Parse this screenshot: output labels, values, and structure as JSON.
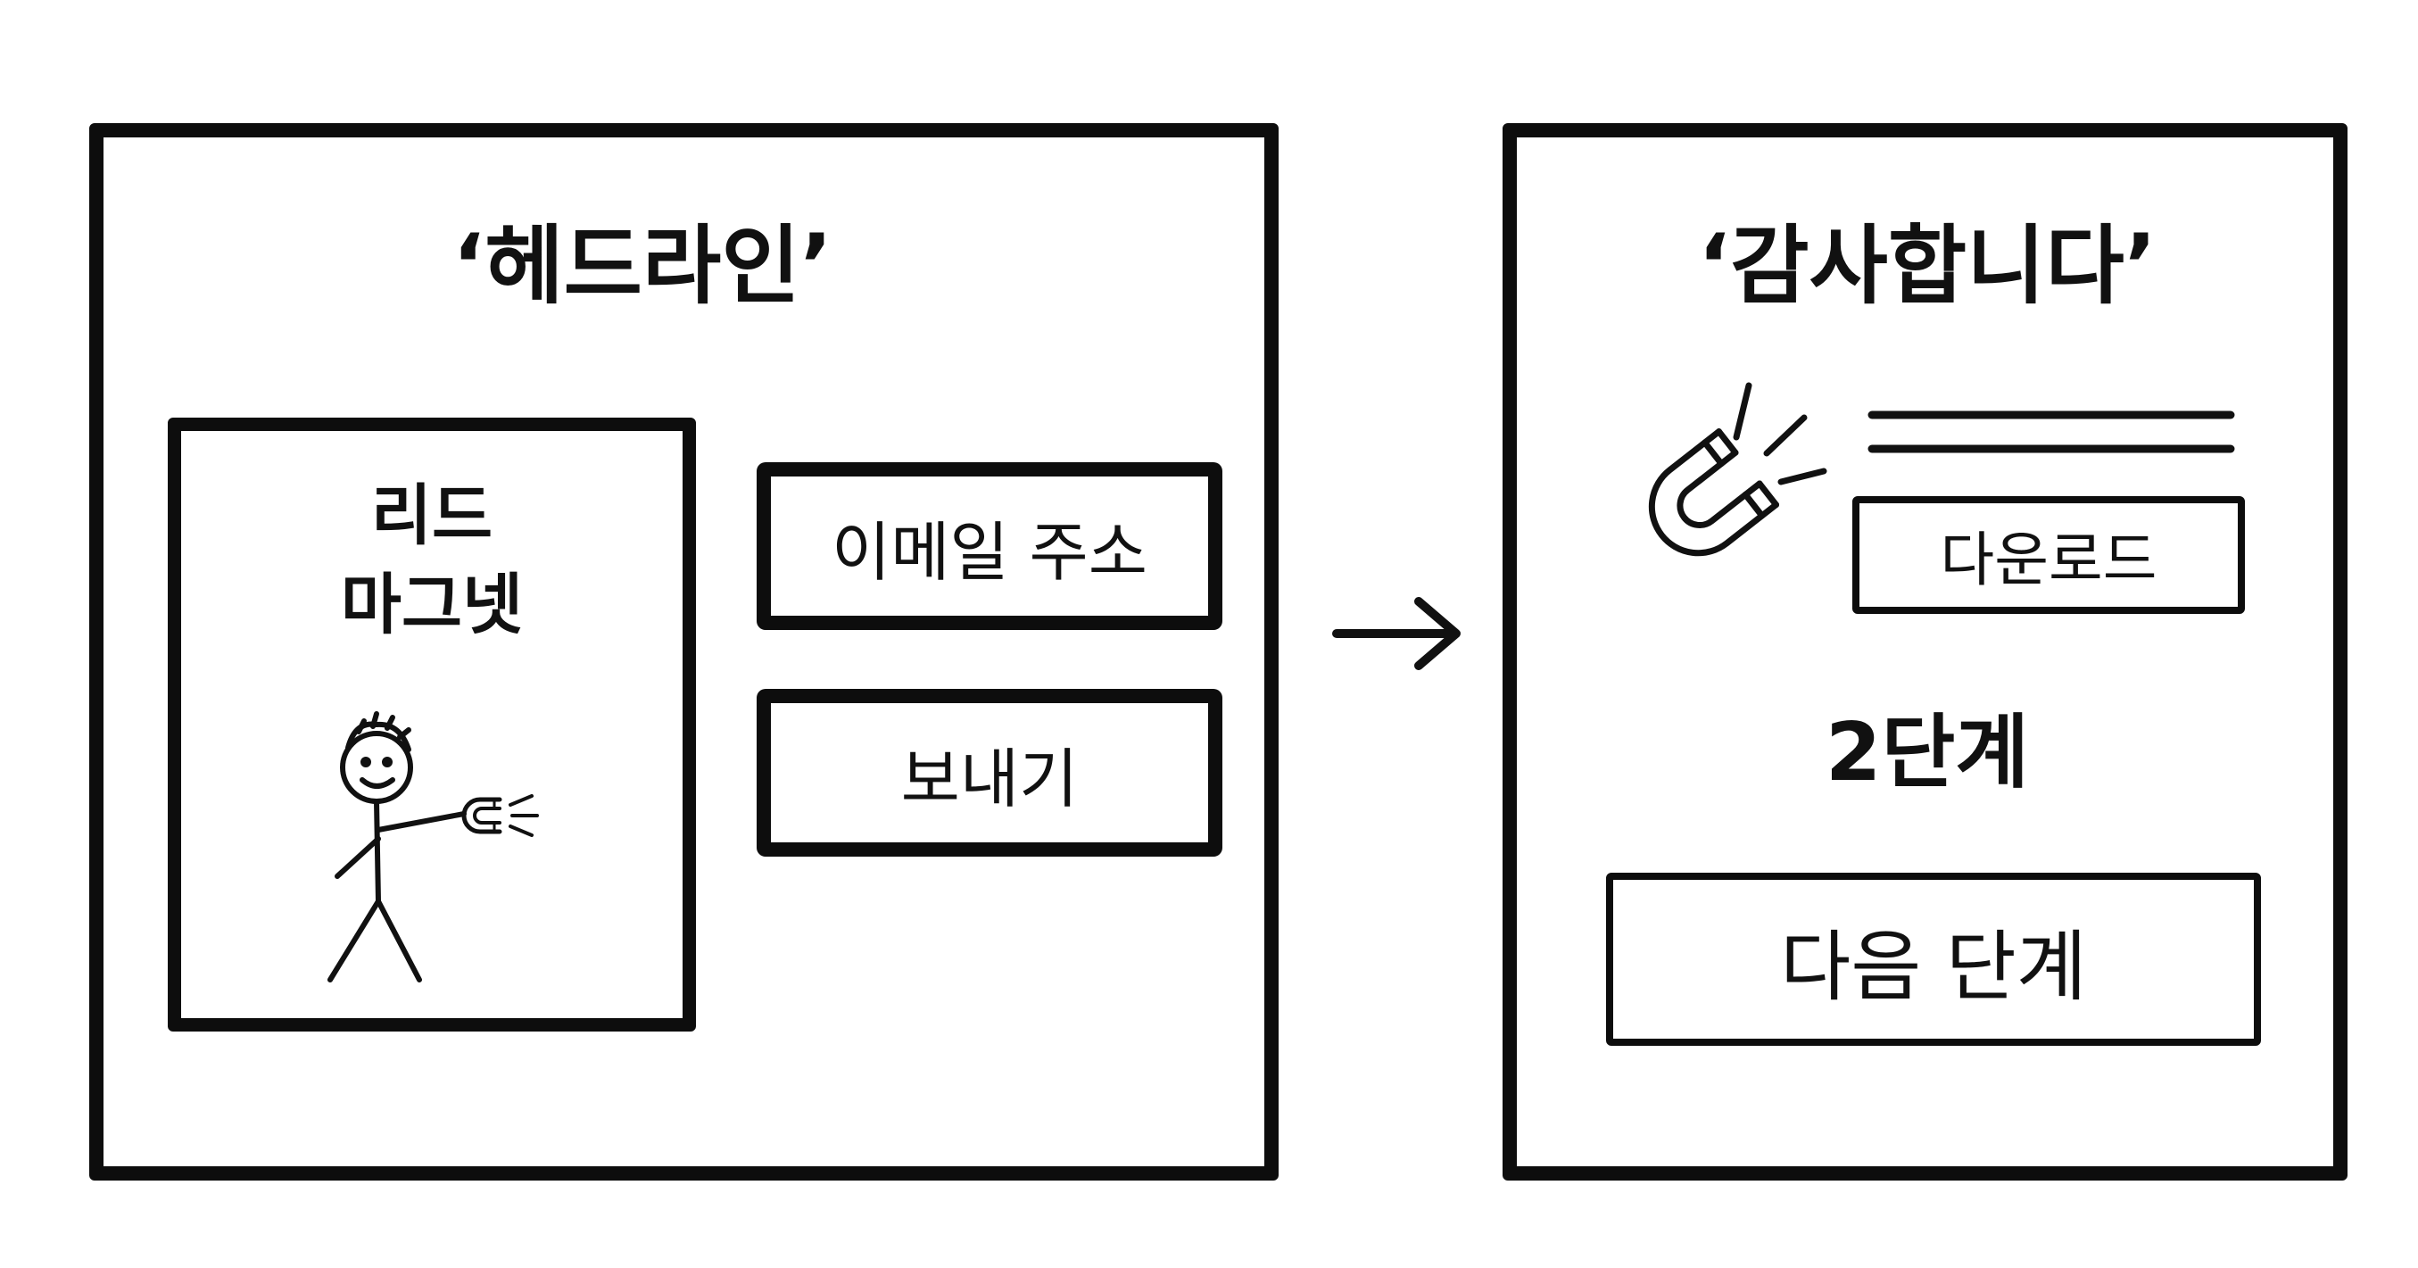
{
  "left_panel": {
    "headline": "‘헤드라인’",
    "lead_magnet": {
      "label_line1": "리드",
      "label_line2": "마그넷",
      "illustration": "stick-figure-holding-magnet-icon"
    },
    "email_field_text": "이메일 주소",
    "send_button_label": "보내기"
  },
  "flow_arrow": "right-arrow-icon",
  "right_panel": {
    "headline": "‘감사합니다’",
    "magnet_icon": "magnet-icon",
    "download_button_label": "다운로드",
    "step_label": "2단계",
    "next_step_button_label": "다음 단계"
  }
}
